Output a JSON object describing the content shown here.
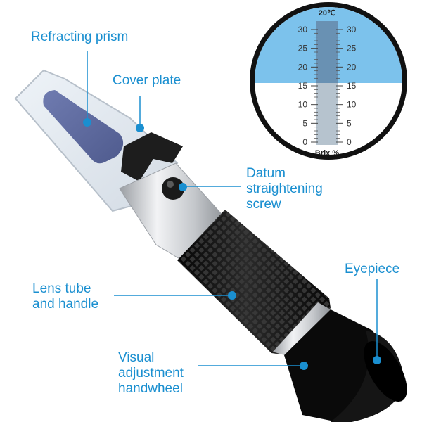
{
  "callouts": {
    "prism": "Refracting prism",
    "cover": "Cover plate",
    "screw": "Datum\nstraightening\nscrew",
    "lens": "Lens tube\nand handle",
    "eyepiece": "Eyepiece",
    "wheel": "Visual\nadjustment\nhandwheel"
  },
  "scale": {
    "temperature": "20℃",
    "unit": "Brix %",
    "ticks_left": [
      "30",
      "25",
      "20",
      "15",
      "10",
      "5",
      "0"
    ],
    "ticks_right": [
      "30",
      "25",
      "20",
      "15",
      "10",
      "5",
      "0"
    ]
  },
  "colors": {
    "accent": "#1a8fd0",
    "scale_blue": "#7cc2ec",
    "handle": "#111111"
  }
}
